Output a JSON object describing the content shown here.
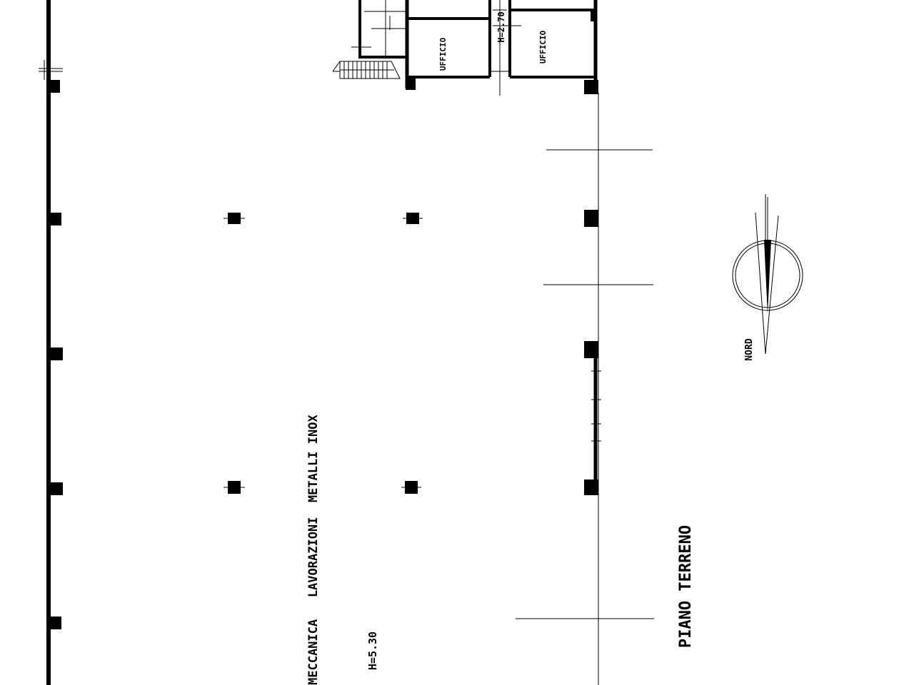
{
  "plan": {
    "floor_label": "PIANO TERRENO",
    "department_label": "MECCANICA   LAVORAZIONI  METALLI INOX",
    "main_height": "H=5.30",
    "offices": [
      {
        "label": "UFFICIO"
      },
      {
        "label": "UFFICIO"
      }
    ],
    "office_height": "H=2.70",
    "north_label": "NORD"
  },
  "colors": {
    "ink": "#000000",
    "paper": "#ffffff"
  }
}
